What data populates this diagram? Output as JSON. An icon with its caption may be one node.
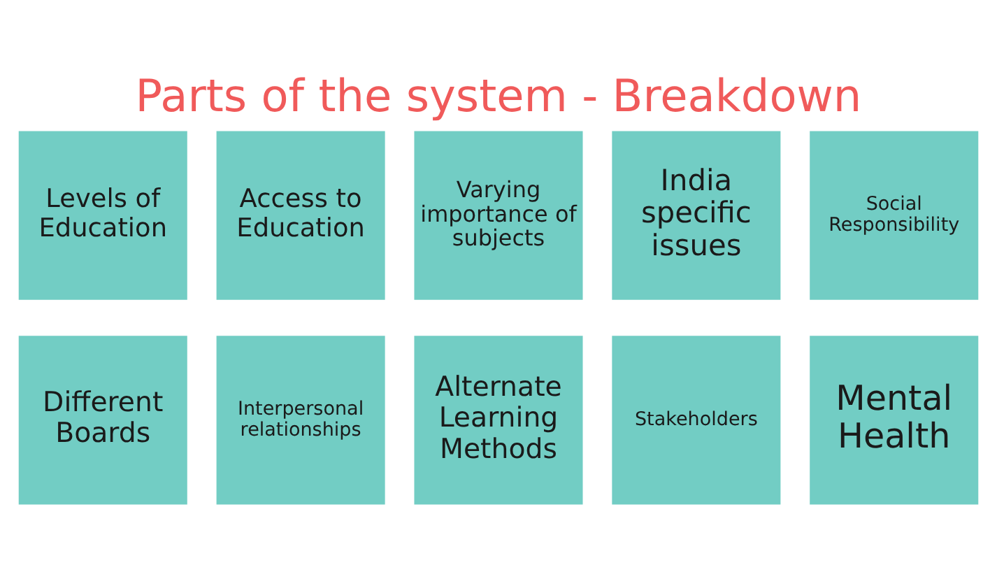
{
  "diagram": {
    "title": "Parts of the system - Breakdown",
    "nodes": [
      {
        "text": [
          "Levels of Education"
        ]
      },
      {
        "text": [
          "Access to Education"
        ]
      },
      {
        "text": [
          "Varying importance of subjects"
        ]
      },
      {
        "text": [
          "India specific issues"
        ]
      },
      {
        "text": [
          "Social Responsibility"
        ]
      },
      {
        "text": [
          "Different Boards"
        ]
      },
      {
        "text": [
          "Interpersonal relationships"
        ]
      },
      {
        "text": [
          "Alternate Learning Methods"
        ]
      },
      {
        "text": [
          "Stakeholders"
        ]
      },
      {
        "text": [
          "Mental Health"
        ]
      }
    ],
    "edges": []
  }
}
